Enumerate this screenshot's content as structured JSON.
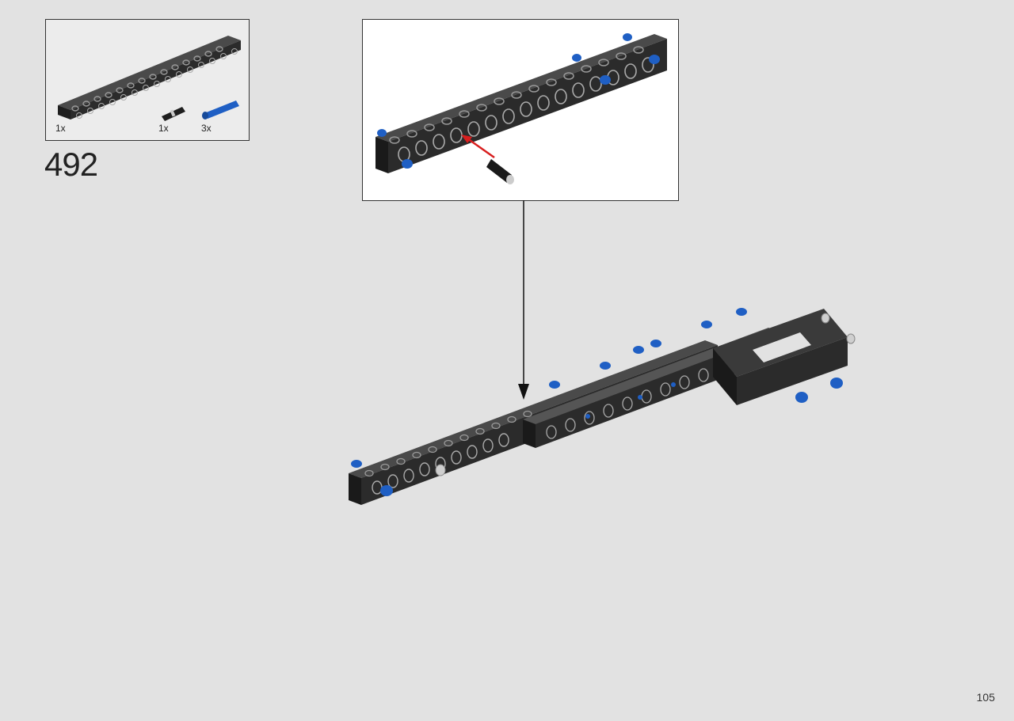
{
  "parts_list": {
    "items": [
      {
        "name": "beam",
        "qty": "1x"
      },
      {
        "name": "black-pin",
        "qty": "1x"
      },
      {
        "name": "blue-axle-pin",
        "qty": "3x"
      }
    ]
  },
  "step": {
    "number": "492"
  },
  "page": {
    "number": "105"
  },
  "colors": {
    "background": "#e2e2e2",
    "beam": "#2b2b2b",
    "pin_blue": "#1f5fc4",
    "arrow_red": "#d81e1e"
  }
}
